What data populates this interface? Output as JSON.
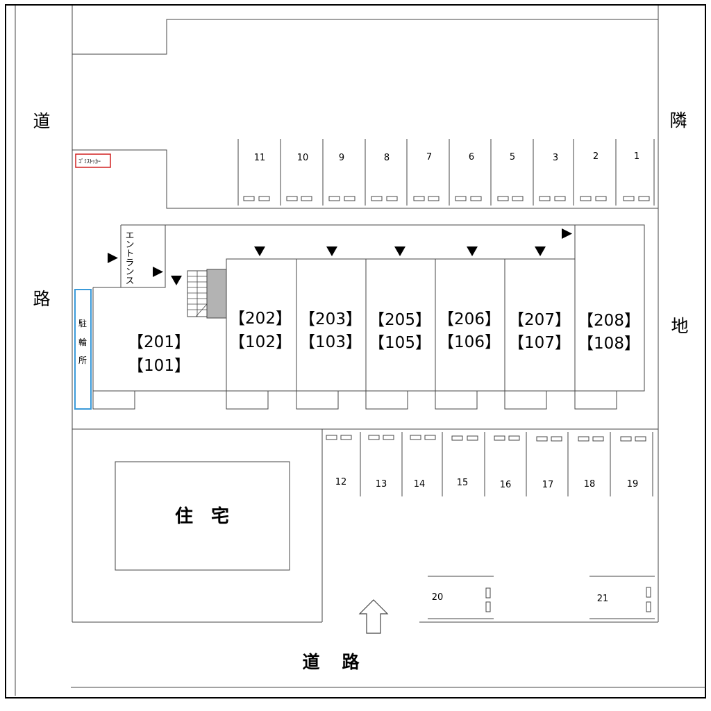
{
  "roads": {
    "left_char_1": "道",
    "left_char_2": "路",
    "right_char_1": "隣",
    "right_char_2": "地",
    "bottom_char_1": "道",
    "bottom_char_2": "路"
  },
  "garbage_label": "ｺﾞﾐｽﾄｯｶｰ",
  "entrance_label": "エントランス",
  "bicycle_label": [
    "駐",
    "輪",
    "所"
  ],
  "house_label": "住　宅",
  "units": [
    {
      "upper": "【201】",
      "lower": "【101】"
    },
    {
      "upper": "【202】",
      "lower": "【102】"
    },
    {
      "upper": "【203】",
      "lower": "【103】"
    },
    {
      "upper": "【205】",
      "lower": "【105】"
    },
    {
      "upper": "【206】",
      "lower": "【106】"
    },
    {
      "upper": "【207】",
      "lower": "【107】"
    },
    {
      "upper": "【208】",
      "lower": "【108】"
    }
  ],
  "parking_top": [
    "11",
    "10",
    "9",
    "8",
    "7",
    "6",
    "5",
    "3",
    "2",
    "1"
  ],
  "parking_bottom": [
    "12",
    "13",
    "14",
    "15",
    "16",
    "17",
    "18",
    "19"
  ],
  "parking_extra": [
    "20",
    "21"
  ]
}
